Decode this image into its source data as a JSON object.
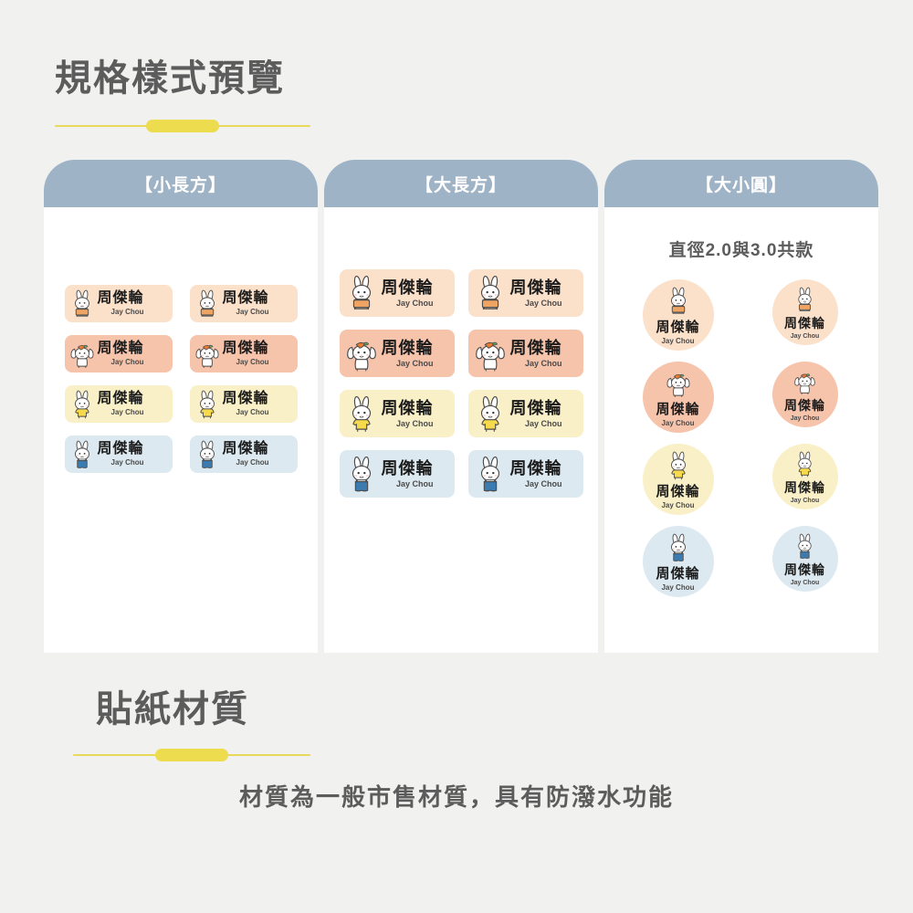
{
  "section1": {
    "title": "規格樣式預覽"
  },
  "section2": {
    "title": "貼紙材質",
    "subtitle": "材質為一般市售材質，具有防潑水功能"
  },
  "cards": [
    {
      "header": "【小長方】",
      "note": "",
      "shape": "small-rect"
    },
    {
      "header": "【大長方】",
      "note": "",
      "shape": "large-rect"
    },
    {
      "header": "【大小圓】",
      "note": "直徑2.0與3.0共款",
      "shape": "round"
    }
  ],
  "sticker": {
    "name_cn": "周傑輪",
    "name_en": "Jay Chou"
  },
  "variants": [
    {
      "id": "bunny-basket",
      "bg": "#FBE0CA",
      "accessory": "orange-basket",
      "accessory_color": "#EFA463"
    },
    {
      "id": "bunny-carrot",
      "bg": "#F6C3AB",
      "accessory": "carrot-hat",
      "accessory_color": "#E87B32"
    },
    {
      "id": "bunny-yellow",
      "bg": "#FAF0C8",
      "accessory": "yellow-shirt",
      "accessory_color": "#F7D94C"
    },
    {
      "id": "bunny-overall",
      "bg": "#DCE9F0",
      "accessory": "blue-overalls",
      "accessory_color": "#3B7BB0"
    }
  ],
  "colors": {
    "page_bg": "#F1F1EF",
    "heading": "#5C5C5C",
    "divider": "#EDDC4E",
    "card_header": "#9FB3C6",
    "card_bg": "#FFFFFF"
  }
}
